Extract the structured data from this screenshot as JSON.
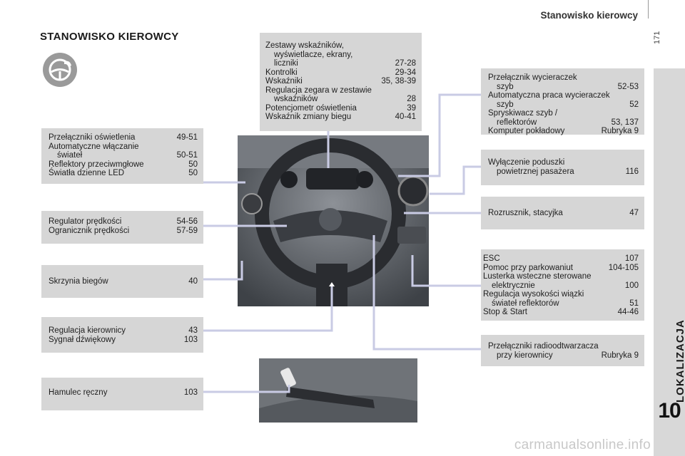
{
  "header": {
    "section_title": "Stanowisko kierowcy",
    "page_number": "171"
  },
  "side_tab": {
    "label": "LOKALIZACJA",
    "chapter_number": "10"
  },
  "title": "STANOWISKO KIEROWCY",
  "icon": "steering-wheel-icon",
  "boxes": {
    "lights": [
      {
        "text": "Przełączniki oświetlenia",
        "page": "49-51"
      },
      {
        "text": "Automatyczne włączanie",
        "page": ""
      },
      {
        "text": "świateł",
        "page": "50-51",
        "indent": true
      },
      {
        "text": "Reflektory przeciwmgłowe",
        "page": "50"
      },
      {
        "text": "Światła dzienne LED",
        "page": "50"
      }
    ],
    "speed": [
      {
        "text": "Regulator prędkości",
        "page": "54-56"
      },
      {
        "text": "Ogranicznik prędkości",
        "page": "57-59"
      }
    ],
    "gearbox": [
      {
        "text": "Skrzynia biegów",
        "page": "40"
      }
    ],
    "steering": [
      {
        "text": "Regulacja kierownicy",
        "page": "43"
      },
      {
        "text": "Sygnał dźwiękowy",
        "page": "103"
      }
    ],
    "handbrake": [
      {
        "text": "Hamulec ręczny",
        "page": "103"
      }
    ],
    "instruments": [
      {
        "text": "Zestawy wskaźników,",
        "page": ""
      },
      {
        "text": "wyświetlacze, ekrany,",
        "page": "",
        "indent": true
      },
      {
        "text": "liczniki",
        "page": "27-28",
        "indent": true
      },
      {
        "text": "Kontrolki",
        "page": "29-34"
      },
      {
        "text": "Wskaźniki",
        "page": "35, 38-39"
      },
      {
        "text": "Regulacja zegara w zestawie",
        "page": ""
      },
      {
        "text": "wskaźników",
        "page": "28",
        "indent": true
      },
      {
        "text": "Potencjometr oświetlenia",
        "page": "39"
      },
      {
        "text": "Wskaźnik zmiany biegu",
        "page": "40-41"
      }
    ],
    "wipers": [
      {
        "text": "Przełącznik wycieraczek",
        "page": ""
      },
      {
        "text": "szyb",
        "page": "52-53",
        "indent": true
      },
      {
        "text": "Automatyczna praca wycieraczek",
        "page": ""
      },
      {
        "text": "szyb",
        "page": "52",
        "indent": true
      },
      {
        "text": "Spryskiwacz szyb /",
        "page": ""
      },
      {
        "text": "reflektorów",
        "page": "53, 137",
        "indent": true
      },
      {
        "text": "Komputer pokładowy",
        "page": "Rubryka 9"
      }
    ],
    "airbag": [
      {
        "text": "Wyłączenie poduszki",
        "page": ""
      },
      {
        "text": "powietrznej pasażera",
        "page": "116",
        "indent": true
      }
    ],
    "starter": [
      {
        "text": "Rozrusznik, stacyjka",
        "page": "47"
      }
    ],
    "esc": [
      {
        "text": "ESC",
        "page": "107"
      },
      {
        "text": "Pomoc przy parkowaniut",
        "page": "104-105"
      },
      {
        "text": "Lusterka wsteczne sterowane",
        "page": ""
      },
      {
        "text": "elektrycznie",
        "page": "100",
        "indent": true
      },
      {
        "text": "Regulacja wysokości wiązki",
        "page": ""
      },
      {
        "text": "świateł reflektorów",
        "page": "51",
        "indent": true
      },
      {
        "text": "Stop & Start",
        "page": "44-46"
      }
    ],
    "radio": [
      {
        "text": "Przełączniki radioodtwarzacza",
        "page": ""
      },
      {
        "text": "przy kierownicy",
        "page": "Rubryka 9",
        "indent": true
      }
    ]
  },
  "watermark": "carmanualsonline.info",
  "colors": {
    "box_bg": "#d6d6d6",
    "connector": "#c9cbe4",
    "side_tab": "#d8d8d8"
  }
}
